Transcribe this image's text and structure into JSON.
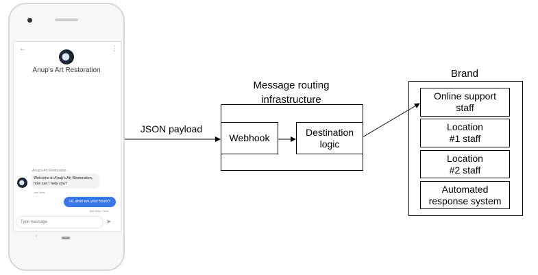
{
  "phone": {
    "brand_name": "Anup's Art Restoration",
    "sender_label": "Anup's Art Restoration",
    "incoming_message": "Welcome to Anup's Art Restoration, how can I help you?",
    "incoming_time": "Just Now",
    "outgoing_message": "Hi, what are your hours?",
    "outgoing_status": "Just Now • Sent",
    "input_placeholder": "Type message",
    "accent_color": "#3b78e7"
  },
  "diagram": {
    "edge_label": "JSON payload",
    "infrastructure_title": "Message routing infrastructure",
    "webhook": "Webhook",
    "destination": "Destination logic",
    "brand_title": "Brand",
    "brand_items": [
      "Online support staff",
      "Location #1 staff",
      "Location #2 staff",
      "Automated response system"
    ]
  }
}
